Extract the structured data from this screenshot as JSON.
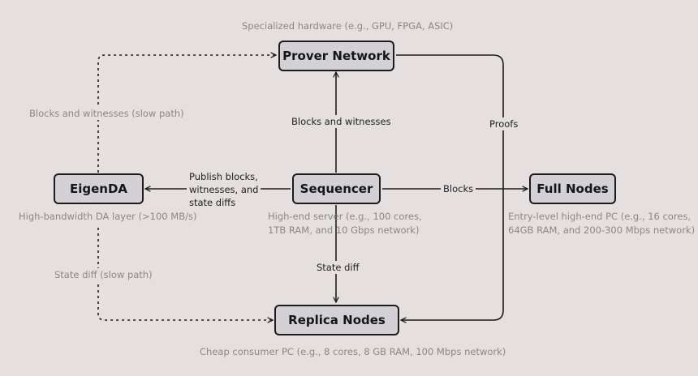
{
  "nodes": {
    "prover": "Prover Network",
    "eigenda": "EigenDA",
    "sequencer": "Sequencer",
    "full": "Full Nodes",
    "replica": "Replica Nodes"
  },
  "captions": {
    "prover": "Specialized hardware (e.g., GPU, FPGA, ASIC)",
    "eigenda": "High-bandwidth DA layer (>100 MB/s)",
    "sequencer": "High-end server (e.g., 100 cores,\n1TB RAM, and 10 Gbps network)",
    "full": "Entry-level high-end PC (e.g., 16 cores,\n64GB RAM, and 200-300 Mbps network)",
    "replica": "Cheap consumer PC (e.g., 8 cores, 8 GB RAM, 100 Mbps network)"
  },
  "edges": {
    "blocks_witnesses": "Blocks and witnesses",
    "blocks_witnesses_slow": "Blocks and witnesses (slow path)",
    "publish": "Publish blocks,\nwitnesses, and\nstate diffs",
    "blocks": "Blocks",
    "proofs": "Proofs",
    "state_diff": "State diff",
    "state_diff_slow": "State diff (slow path)"
  }
}
